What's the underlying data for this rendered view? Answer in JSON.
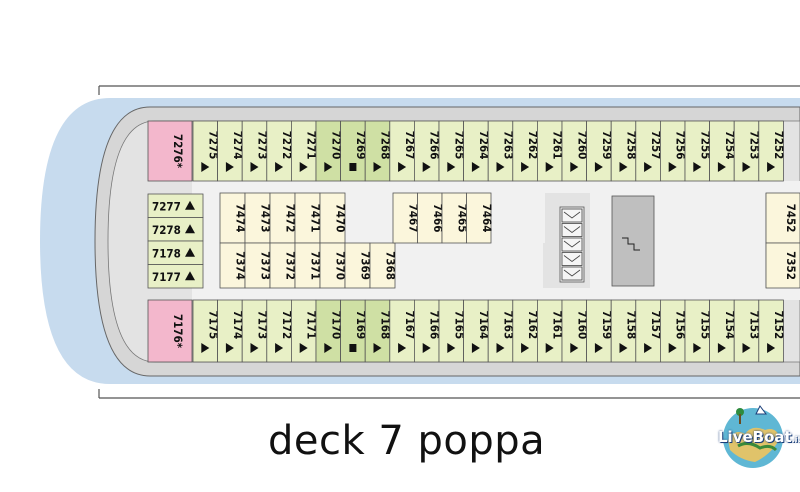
{
  "title": "deck 7 poppa",
  "logo": {
    "text_a": "Live",
    "text_b": "Boat",
    "suffix": ".it"
  },
  "colors": {
    "sea": "#c7dbee",
    "cabin_outside": "#e8f0c6",
    "cabin_inside": "#fbf6dc",
    "cabin_suite": "#f3b7cc",
    "cabin_accessible": "#cfe0a4",
    "hull": "#d6d6d6",
    "corridor": "#f1f1f1"
  },
  "cabins": {
    "upper_row": [
      "7275",
      "7274",
      "7273",
      "7272",
      "7271",
      "7270",
      "7269",
      "7268",
      "7267",
      "7266",
      "7265",
      "7264",
      "7263",
      "7262",
      "7261",
      "7260",
      "7259",
      "7258",
      "7257",
      "7256",
      "7255",
      "7254",
      "7253",
      "7252"
    ],
    "lower_row": [
      "7175",
      "7174",
      "7173",
      "7172",
      "7171",
      "7170",
      "7169",
      "7168",
      "7167",
      "7166",
      "7165",
      "7164",
      "7163",
      "7162",
      "7161",
      "7160",
      "7159",
      "7158",
      "7157",
      "7156",
      "7155",
      "7154",
      "7153",
      "7152"
    ],
    "inner_upper_left": [
      "7474",
      "7473",
      "7472",
      "7471",
      "7470"
    ],
    "inner_lower_left": [
      "7374",
      "7373",
      "7372",
      "7371",
      "7370",
      "7369",
      "7368"
    ],
    "inner_upper_mid": [
      "7467",
      "7466",
      "7465",
      "7464"
    ],
    "inner_right_upper": "7452",
    "inner_right_lower": "7352",
    "stern_cabins": [
      "7277",
      "7278",
      "7178",
      "7177"
    ],
    "suite_upper": "7276*",
    "suite_lower": "7176*"
  }
}
